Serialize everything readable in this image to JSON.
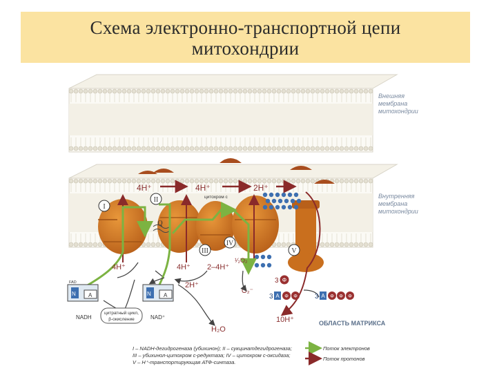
{
  "title": {
    "line1": "Схема электронно-транспортной цепи",
    "line2": "митохондрии"
  },
  "membranes": {
    "outer": [
      "Внешняя",
      "мембрана",
      "митохондрии"
    ],
    "inner": [
      "Внутренняя",
      "мембрана",
      "митохондрии"
    ]
  },
  "top_ions": {
    "h4_1": "4H⁺",
    "h4_2": "4H⁺",
    "h2": "2H⁺",
    "cytochrome": "цитохром c"
  },
  "complexes": {
    "c1": "I",
    "c2": "II",
    "c3": "III",
    "c4": "IV",
    "c5": "V",
    "q": "Q"
  },
  "bottom_ions": {
    "h4_a": "4H⁺",
    "h4_b": "4H⁺",
    "h2_4": "2–4H⁺",
    "half_o2": "¹⁄₂O₂",
    "h2": "2H⁺",
    "o2_minus": "O₂⁻",
    "water": "H₂O",
    "h10": "10H⁺"
  },
  "nadh_box": {
    "nad_small": "FAD",
    "n_left": "N",
    "a_left": "A",
    "n_right": "N",
    "a_right": "A",
    "nadh": "NADH",
    "nad_plus": "NAD⁺",
    "cycle_line1": "цитратный цикл,",
    "cycle_line2": "β-окисление"
  },
  "atp": {
    "phosphate_count": "3",
    "phi": "Φ",
    "adp_count": "3",
    "a": "A",
    "atp_count": "3"
  },
  "matrix_label": "ОБЛАСТЬ МАТРИКСА",
  "legend": {
    "line1": "I – NADH-дегидрогеназа (убихинон); II – сукцинатдегидрогеназа;",
    "line2": "III – убихинол-цитохром с-редуктаза; IV – цитохром с-оксидаза;",
    "line3": "V – H⁺-транспортирующая АТФ-синтаза.",
    "electrons": "Поток электронов",
    "protons": "Поток протонов"
  },
  "colors": {
    "title_bg": "#fbe3a1",
    "complex": "#d4781e",
    "electron_flow": "#7cb342",
    "proton_flow": "#8a2a2a",
    "ubiquinone": "#3d6fb0"
  }
}
